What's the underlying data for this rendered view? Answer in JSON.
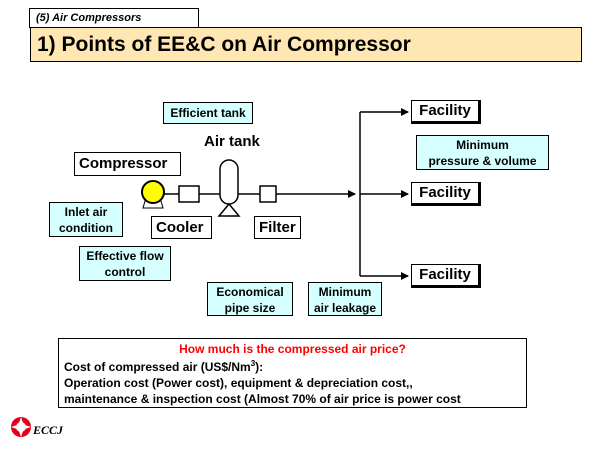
{
  "header": {
    "section_tag": "(5) Air Compressors",
    "title": "1) Points of EE&C on Air Compressor"
  },
  "diagram": {
    "components": {
      "compressor": "Compressor",
      "air_tank": "Air tank",
      "cooler": "Cooler",
      "filter": "Filter",
      "facility_1": "Facility",
      "facility_2": "Facility",
      "facility_3": "Facility"
    },
    "points": {
      "efficient_tank": "Efficient tank",
      "inlet_air_line1": "Inlet air",
      "inlet_air_line2": "condition",
      "effective_flow_line1": "Effective flow",
      "effective_flow_line2": "control",
      "economical_pipe_line1": "Economical",
      "economical_pipe_line2": "pipe size",
      "min_leakage_line1": "Minimum",
      "min_leakage_line2": "air leakage",
      "min_pressure_line1": "Minimum",
      "min_pressure_line2": "pressure & volume"
    }
  },
  "bottom": {
    "question": "How much is the compressed air price?",
    "line1_prefix": "Cost of compressed air (US$/Nm",
    "line1_sup": "3",
    "line1_suffix": "):",
    "line2": "Operation cost (Power cost), equipment & depreciation  cost,,",
    "line3": "maintenance & inspection cost  (Almost 70% of air price is power cost"
  },
  "footer": {
    "logo_text": "ECCJ"
  },
  "colors": {
    "title_bg": "#ffe7b3",
    "point_box_bg": "#d6ffff",
    "compressor_yellow": "#ffff00",
    "question_red": "#ff0000",
    "logo_red": "#e3001b"
  }
}
